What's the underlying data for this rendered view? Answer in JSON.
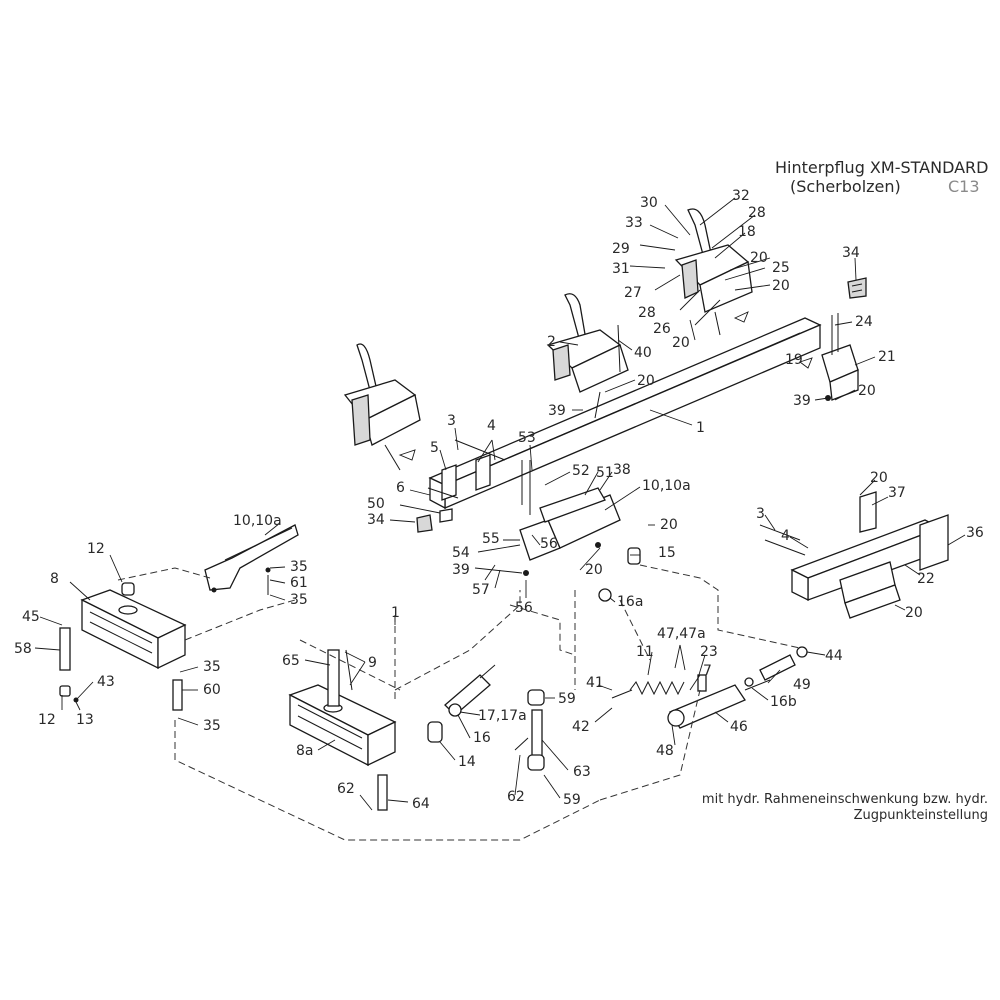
{
  "header": {
    "title": "Hinterpflug XM-STANDARD",
    "subtitle": "(Scherbolzen)",
    "code": "C13"
  },
  "footer_note": {
    "line1": "mit hydr. Rahmeneinschwenkung bzw. hydr.",
    "line2": "Zugpunkteinstellung"
  },
  "callouts": [
    "30",
    "32",
    "33",
    "28",
    "18",
    "29",
    "20",
    "31",
    "25",
    "27",
    "28",
    "26",
    "20",
    "34",
    "24",
    "2",
    "40",
    "20",
    "21",
    "19",
    "39",
    "20",
    "39",
    "20",
    "1",
    "3",
    "4",
    "53",
    "5",
    "52",
    "51",
    "38",
    "6",
    "10,10a",
    "50",
    "34",
    "20",
    "55",
    "56",
    "54",
    "39",
    "57",
    "20",
    "15",
    "16a",
    "56",
    "10,10a",
    "12",
    "35",
    "8",
    "61",
    "35",
    "45",
    "35",
    "58",
    "43",
    "60",
    "12",
    "13",
    "35",
    "1",
    "65",
    "9",
    "8a",
    "17,17a",
    "16",
    "14",
    "62",
    "64",
    "59",
    "63",
    "62",
    "59",
    "11",
    "47,47a",
    "23",
    "7",
    "41",
    "42",
    "48",
    "46",
    "16b",
    "49",
    "44",
    "20",
    "37",
    "36",
    "3",
    "4",
    "22",
    "20"
  ]
}
